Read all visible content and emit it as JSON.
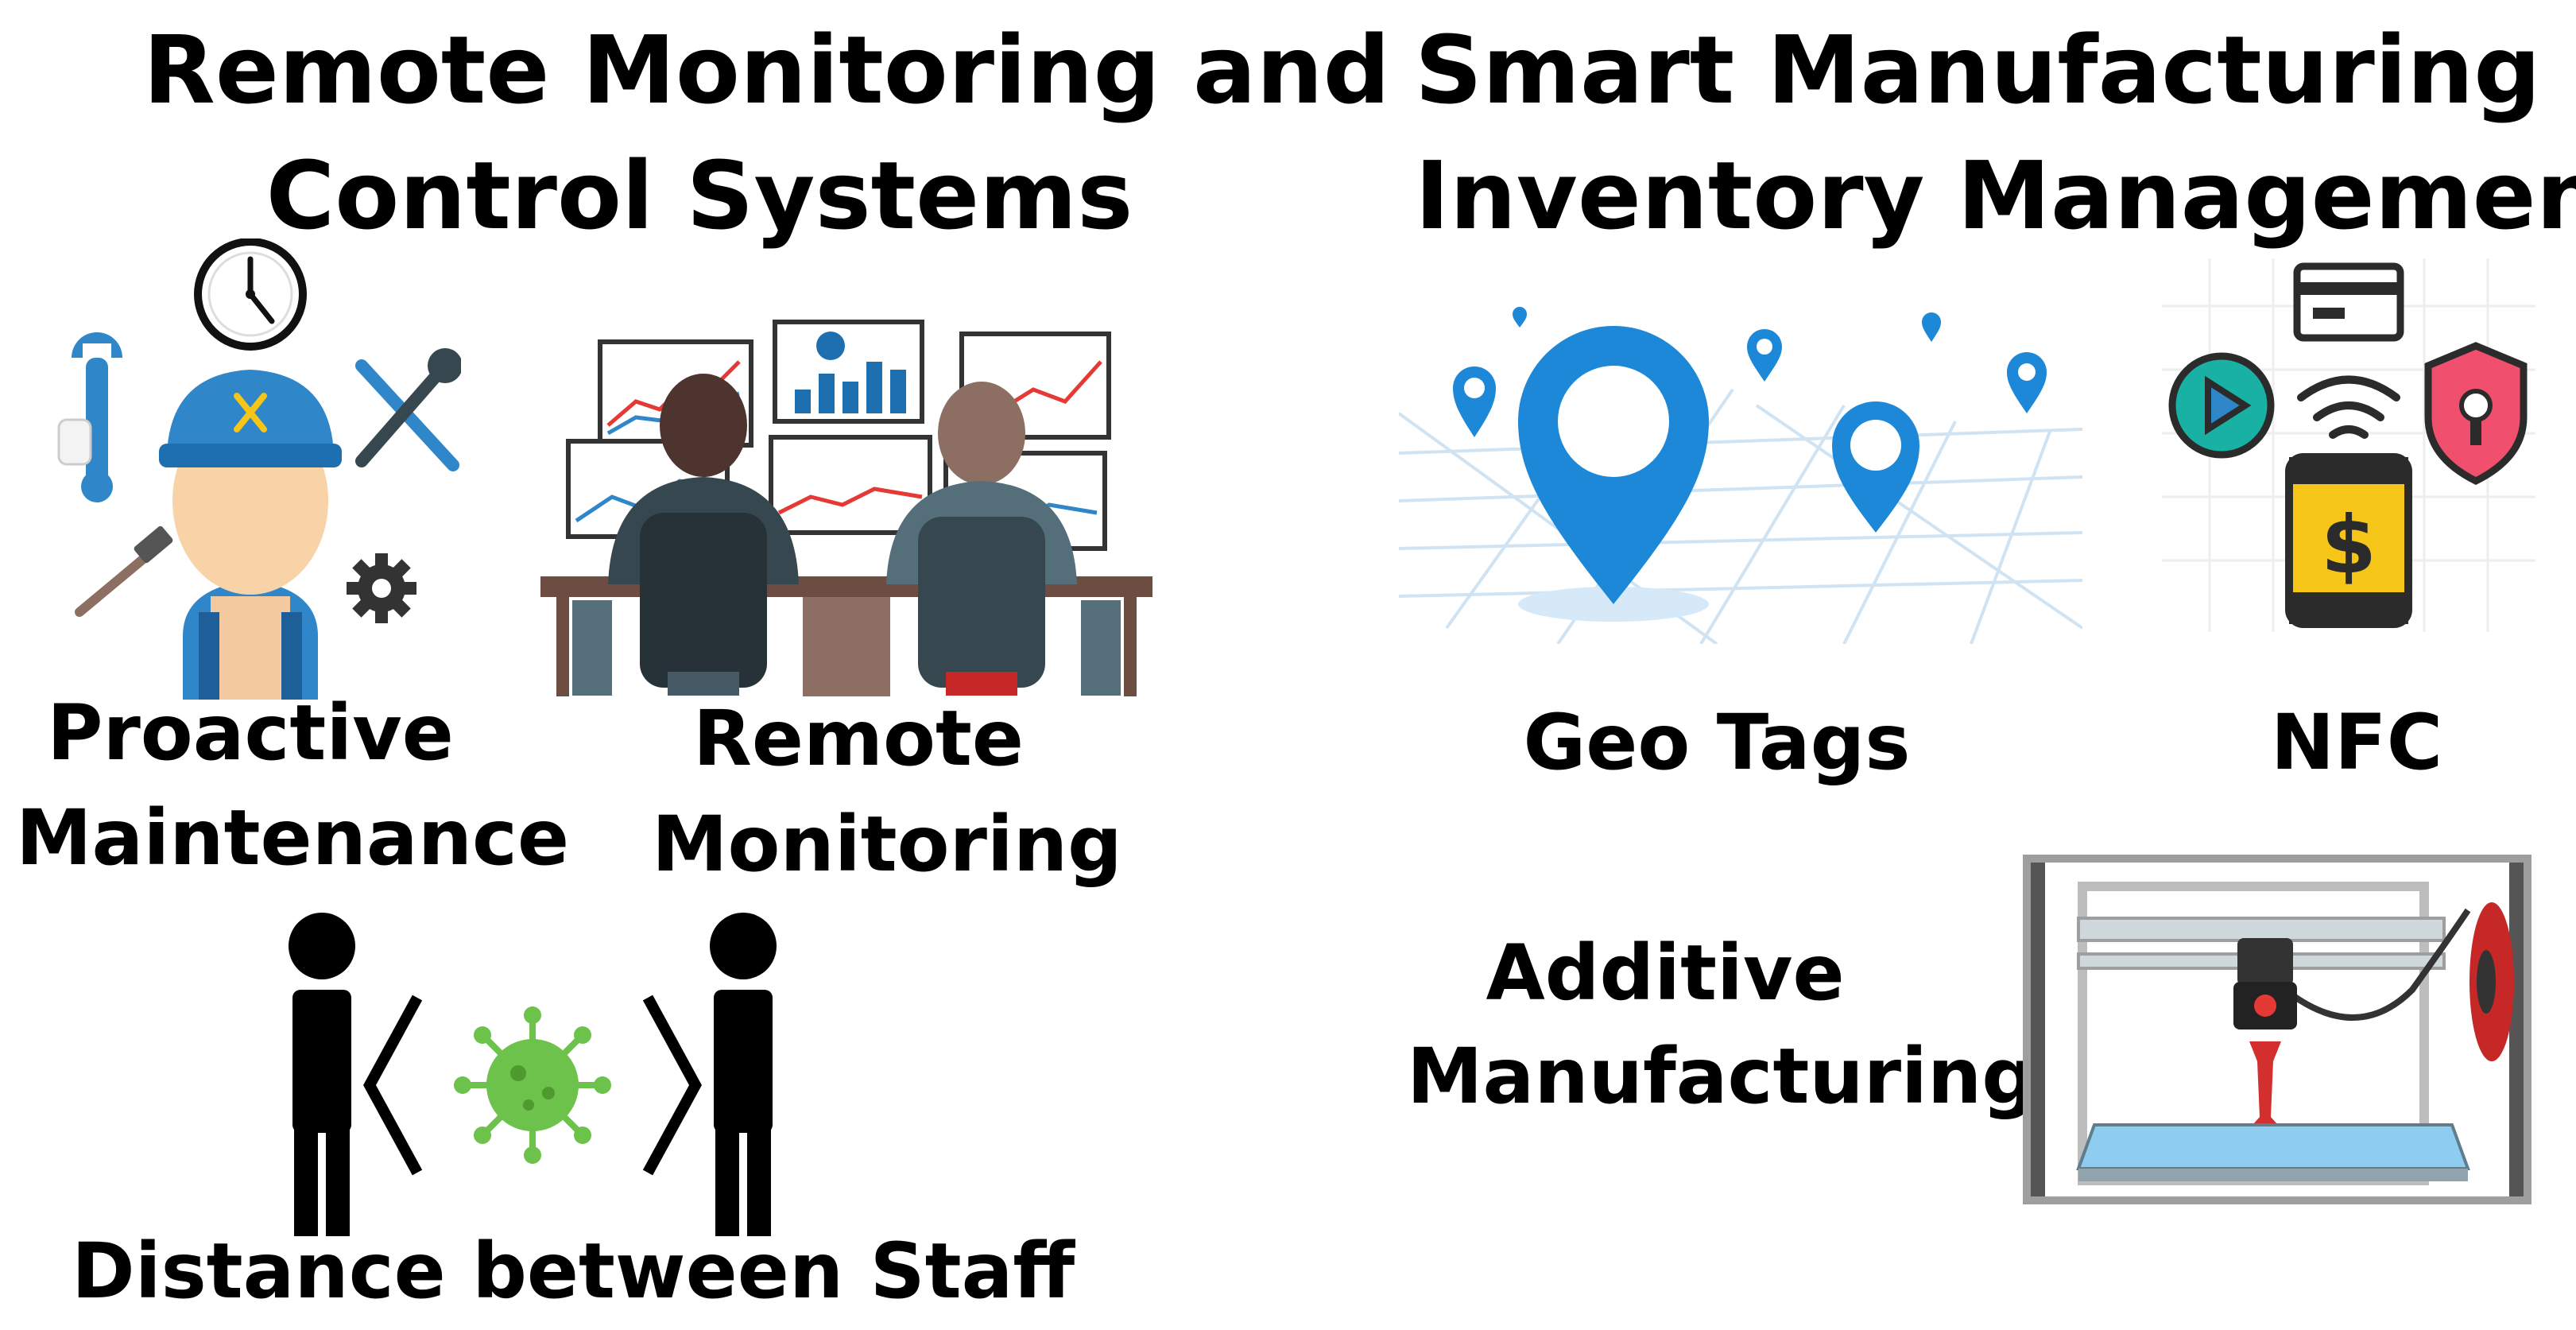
{
  "left_section": {
    "title_line1": "Remote Monitoring and",
    "title_line2": "Control Systems",
    "items": [
      {
        "label_line1": "Proactive",
        "label_line2": "Maintenance",
        "icon": "technician-with-tools-icon"
      },
      {
        "label_line1": "Remote",
        "label_line2": "Monitoring",
        "icon": "operators-at-monitor-wall-icon"
      },
      {
        "label_line1": "Distance between Staff",
        "label_line2": "",
        "icon": "social-distance-virus-icon"
      }
    ]
  },
  "right_section": {
    "title_line1": "Smart Manufacturing &",
    "title_line2": "Inventory Management",
    "items": [
      {
        "label_line1": "Geo Tags",
        "label_line2": "",
        "icon": "map-location-pins-icon"
      },
      {
        "label_line1": "NFC",
        "label_line2": "",
        "icon": "nfc-payment-icon"
      },
      {
        "label_line1": "Additive",
        "label_line2": "Manufacturing",
        "icon": "3d-printer-icon"
      }
    ]
  },
  "colors": {
    "text": "#000000",
    "pin_blue": "#1e88d8",
    "virus_green": "#6cc24a",
    "cap_blue": "#2f86c9",
    "printer_red": "#d32f2f",
    "nfc_teal": "#18b1a3",
    "nfc_pink": "#f0506e",
    "nfc_yellow": "#f5c518"
  }
}
